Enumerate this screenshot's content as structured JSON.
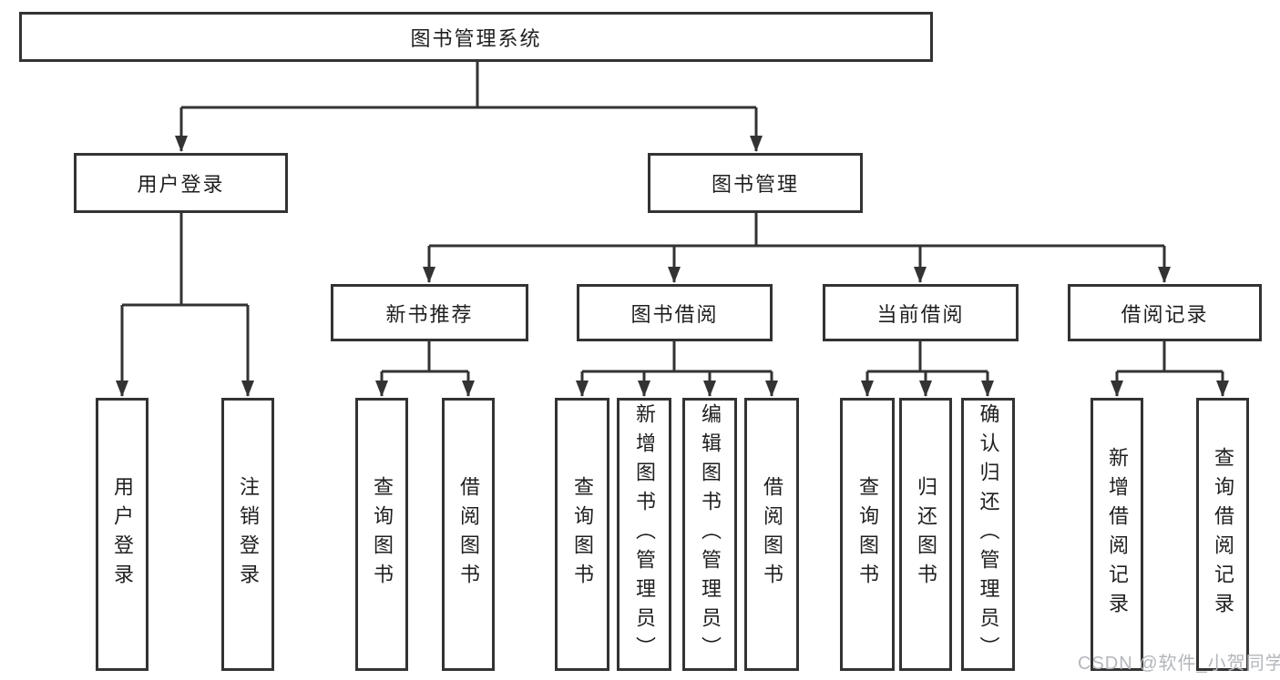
{
  "diagram": {
    "type": "hierarchy-tree",
    "colors": {
      "line": "#333333",
      "box_border": "#333333",
      "box_background": "#ffffff",
      "text": "#1f1f1f",
      "watermark_text": "#b3b6bb"
    },
    "watermark": "CSDN @软件_小贺同学",
    "tree": {
      "label": "图书管理系统",
      "children": [
        {
          "label": "用户登录",
          "children": [
            {
              "label": "用户登录"
            },
            {
              "label": "注销登录"
            }
          ]
        },
        {
          "label": "图书管理",
          "children": [
            {
              "label": "新书推荐",
              "children": [
                {
                  "label": "查询图书"
                },
                {
                  "label": "借阅图书"
                }
              ]
            },
            {
              "label": "图书借阅",
              "children": [
                {
                  "label": "查询图书"
                },
                {
                  "label": "新增图书（管理员）"
                },
                {
                  "label": "编辑图书（管理员）"
                },
                {
                  "label": "借阅图书"
                }
              ]
            },
            {
              "label": "当前借阅",
              "children": [
                {
                  "label": "查询图书"
                },
                {
                  "label": "归还图书"
                },
                {
                  "label": "确认归还（管理员）"
                }
              ]
            },
            {
              "label": "借阅记录",
              "children": [
                {
                  "label": "新增借阅记录"
                },
                {
                  "label": "查询借阅记录"
                }
              ]
            }
          ]
        }
      ]
    }
  }
}
